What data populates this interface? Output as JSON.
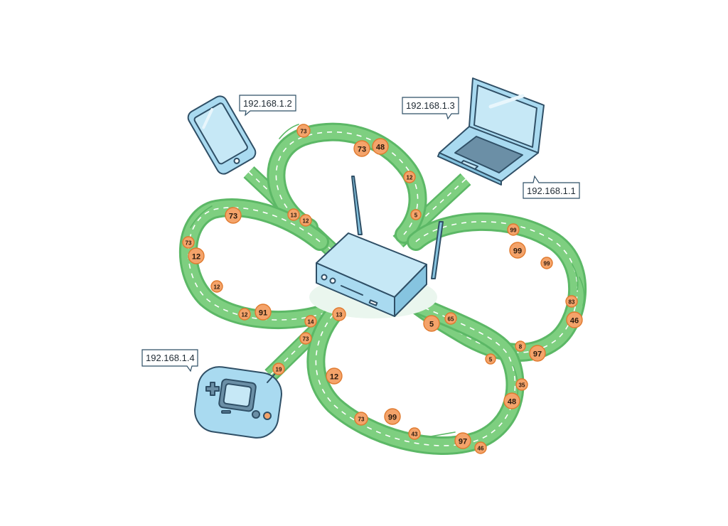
{
  "colors": {
    "road": "#7ecf80",
    "road_edge": "#5cb866",
    "road_dash": "#ffffff",
    "device_fill": "#a9daf0",
    "device_fill_dark": "#86c4e0",
    "outline": "#2f4f66",
    "packet": "#f4a36a",
    "packet_edge": "#e07a2e"
  },
  "devices": {
    "router": {
      "icon": "router-icon"
    },
    "phone": {
      "icon": "smartphone-icon",
      "ip": "192.168.1.2"
    },
    "laptop": {
      "icon": "laptop-icon",
      "ip": "192.168.1.3"
    },
    "router_ip": "192.168.1.1",
    "gamepad": {
      "icon": "gamepad-icon",
      "ip": "192.168.1.4"
    }
  },
  "packets": {
    "top_loop": [
      "73",
      "73",
      "48",
      "12",
      "13",
      "12",
      "5"
    ],
    "left_loop": [
      "73",
      "73",
      "12",
      "12",
      "12",
      "91"
    ],
    "right_loop": [
      "99",
      "99",
      "99",
      "83",
      "46",
      "8",
      "97",
      "65",
      "5"
    ],
    "bottom_loop": [
      "13",
      "14",
      "73",
      "19",
      "12",
      "73",
      "99",
      "43",
      "97",
      "46",
      "48",
      "35",
      "5"
    ]
  }
}
